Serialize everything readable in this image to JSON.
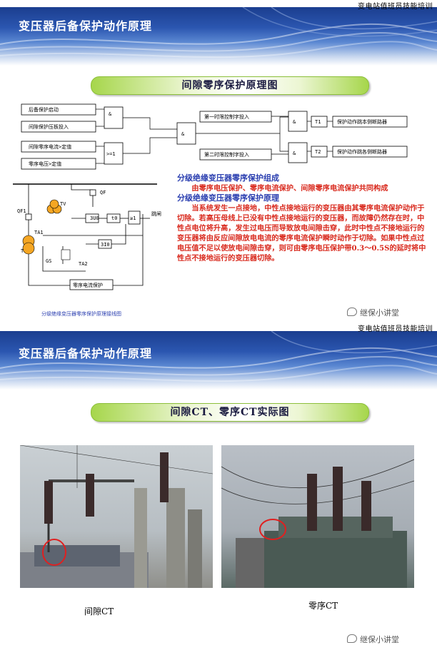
{
  "header_tag": "变电站值班员技能培训",
  "slide1": {
    "title": "变压器后备保护动作原理",
    "subtitle": "间隙零序保护原理图",
    "logic": {
      "in1": "后备保护启动",
      "in2": "间隙保护压板投入",
      "in3": "间隙零序电流>定值",
      "in4": "零序电压>定值",
      "and": "&",
      "or": ">=1",
      "ctl1": "第一时限控制字投入",
      "ctl2": "第二时限控制字投入",
      "t1": "T1",
      "t2": "T2",
      "out1": "保护动作跳本侧断路器",
      "out2": "保护动作跳各侧断路器"
    },
    "wiring": {
      "qf": "QF",
      "qf1": "QF1",
      "ta1": "TA1",
      "ta2": "TA2",
      "gs": "GS",
      "u0": "3U0",
      "i0": "3I0",
      "t0": "t0",
      "or": "≥1",
      "trip": "跳闸",
      "relay": "零序电流保护",
      "t": "T",
      "tv": "TV",
      "caption": "分级绝缘变压器零序保护原理接线图"
    },
    "heading1": "分级绝缘变压器零序保护组成",
    "para1": "由零序电压保护、零序电流保护、间隙零序电流保护共同构成",
    "heading2": "分级绝缘变压器零序保护原理",
    "para2": "当系统发生一点接地，中性点接地运行的变压器由其零序电流保护动作于切除。若高压母线上已没有中性点接地运行的变压器，而故障仍然存在时，中性点电位将升高，发生过电压而导致放电间隙击穿，此时中性点不接地运行的变压器将由反应间隙放电电流的零序电流保护瞬时动作于切除。如果中性点过电压值不足以使放电间隙击穿，则可由零序电压保护带0.3～0.5S的延时将中性点不接地运行的变压器切除。",
    "watermark": "继保小讲堂"
  },
  "slide2": {
    "title": "变压器后备保护动作原理",
    "subtitle": "间隙CT、零序CT实际图",
    "caption_left": "间隙CT",
    "caption_right": "零序CT",
    "watermark": "继保小讲堂"
  }
}
